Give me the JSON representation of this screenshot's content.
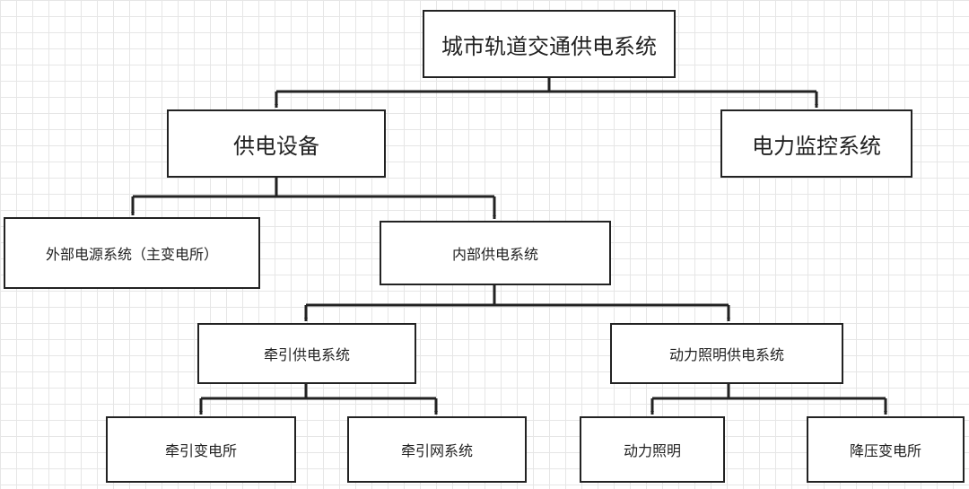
{
  "nodes": {
    "root": "城市轨道交通供电系统",
    "supply_equipment": "供电设备",
    "power_monitoring": "电力监控系统",
    "external_power": "外部电源系统（主变电所）",
    "internal_power": "内部供电系统",
    "traction_power": "牵引供电系统",
    "lighting_power": "动力照明供电系统",
    "traction_substation": "牵引变电所",
    "traction_network": "牵引网系统",
    "power_lighting": "动力照明",
    "step_down_substation": "降压变电所"
  },
  "colors": {
    "line": "#222222",
    "grid": "#e6e6e6",
    "background": "#ffffff"
  }
}
